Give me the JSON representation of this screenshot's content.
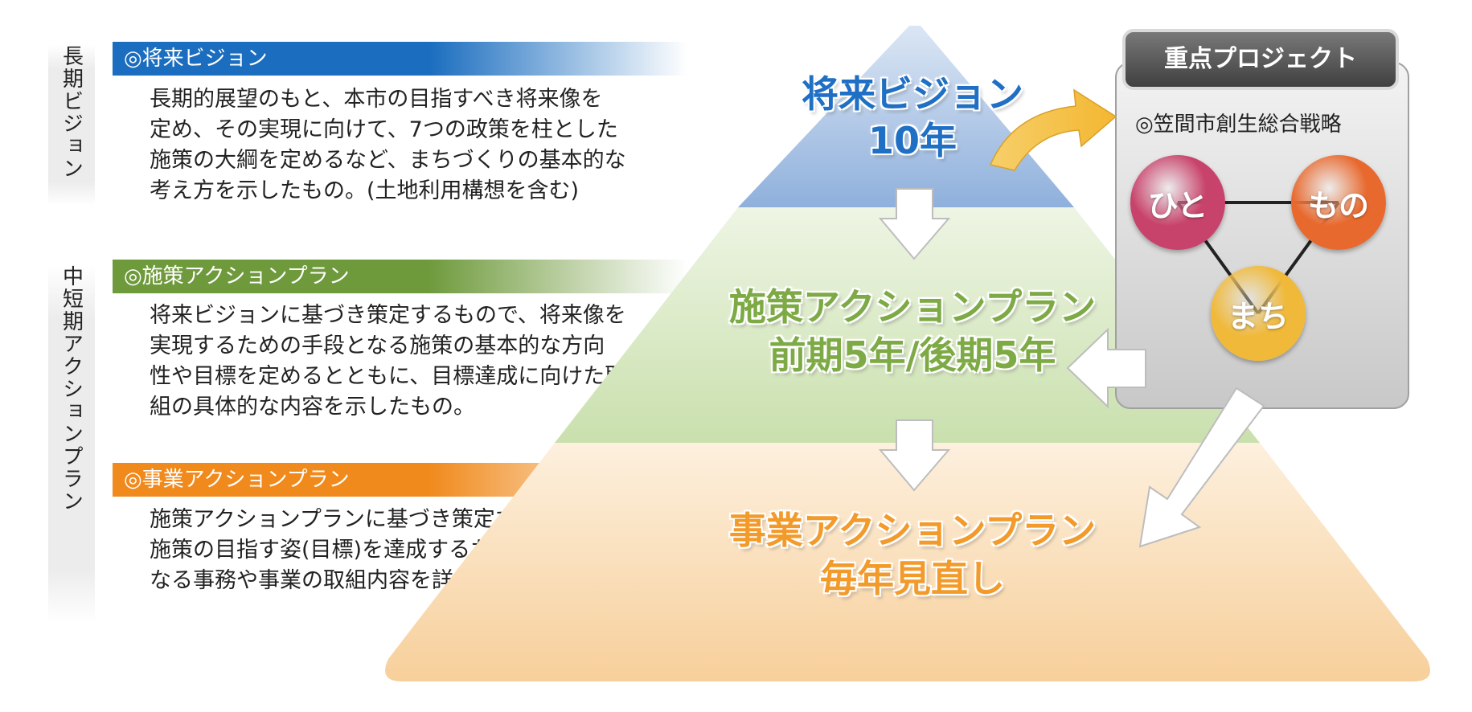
{
  "side_labels": {
    "long_term": "長期ビジョン",
    "mid_term": "中短期アクションプラン"
  },
  "sections": [
    {
      "title": "◎将来ビジョン",
      "color": "#1a6dbf",
      "lines": [
        "長期的展望のもと、本市の目指すべき将来像を",
        "定め、その実現に向けて、7つの政策を柱とした",
        "施策の大綱を定めるなど、まちづくりの基本的な",
        "考え方を示したもの。(土地利用構想を含む)"
      ]
    },
    {
      "title": "◎施策アクションプラン",
      "color": "#6f9a3c",
      "lines": [
        "将来ビジョンに基づき策定するもので、将来像を",
        "実現するための手段となる施策の基本的な方向",
        "性や目標を定めるとともに、目標達成に向けた取",
        "組の具体的な内容を示したもの。"
      ]
    },
    {
      "title": "◎事業アクションプラン",
      "color": "#f08a1c",
      "lines": [
        "施策アクションプランに基づき策定するもので、",
        "施策の目指す姿(目標)を達成するための手段と",
        "なる事務や事業の取組内容を詳細に示したもの。"
      ]
    }
  ],
  "pyramid": {
    "top": {
      "line1": "将来ビジョン",
      "line2": "10年",
      "color": "#1f6fc4"
    },
    "middle": {
      "line1": "施策アクションプラン",
      "line2": "前期5年/後期5年",
      "color": "#7daa45"
    },
    "bottom": {
      "line1": "事業アクションプラン",
      "line2": "毎年見直し",
      "color": "#f29a2a"
    }
  },
  "project_box": {
    "header": "重点プロジェクト",
    "subtitle": "◎笠間市創生総合戦略",
    "nodes": [
      {
        "label": "ひと",
        "color": "#c8436b"
      },
      {
        "label": "もの",
        "color": "#e8692e"
      },
      {
        "label": "まち",
        "color": "#f0b93a"
      }
    ]
  }
}
